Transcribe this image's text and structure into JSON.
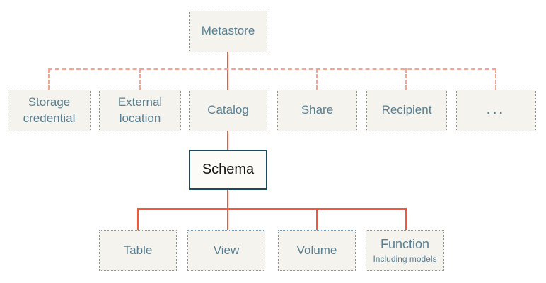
{
  "diagram": {
    "type": "hierarchy-tree",
    "colors": {
      "background": "#FFFFFF",
      "solid_connector": "#F5573C",
      "dashed_connector": "#F8A291",
      "node_border": "#7E99A8",
      "node_fill": "#F5F3EE",
      "node_text": "#587E90",
      "schema_border": "#1A4A5C",
      "schema_fill": "#FCFBF8",
      "schema_text": "#161616"
    },
    "nodes": {
      "metastore": {
        "label": "Metastore"
      },
      "storage_credential": {
        "label": "Storage credential"
      },
      "external_location": {
        "label": "External location"
      },
      "catalog": {
        "label": "Catalog"
      },
      "share": {
        "label": "Share"
      },
      "recipient": {
        "label": "Recipient"
      },
      "ellipsis": {
        "label": "..."
      },
      "schema": {
        "label": "Schema"
      },
      "table": {
        "label": "Table"
      },
      "view": {
        "label": "View"
      },
      "volume": {
        "label": "Volume"
      },
      "function": {
        "label": "Function",
        "sublabel": "Including models"
      }
    },
    "edges": [
      "metastore->storage_credential (dashed)",
      "metastore->external_location (dashed)",
      "metastore->catalog (solid)",
      "metastore->share (dashed)",
      "metastore->recipient (dashed)",
      "metastore->ellipsis (dashed)",
      "catalog->schema (solid)",
      "schema->table (solid)",
      "schema->view (solid)",
      "schema->volume (solid)",
      "schema->function (solid)"
    ]
  }
}
